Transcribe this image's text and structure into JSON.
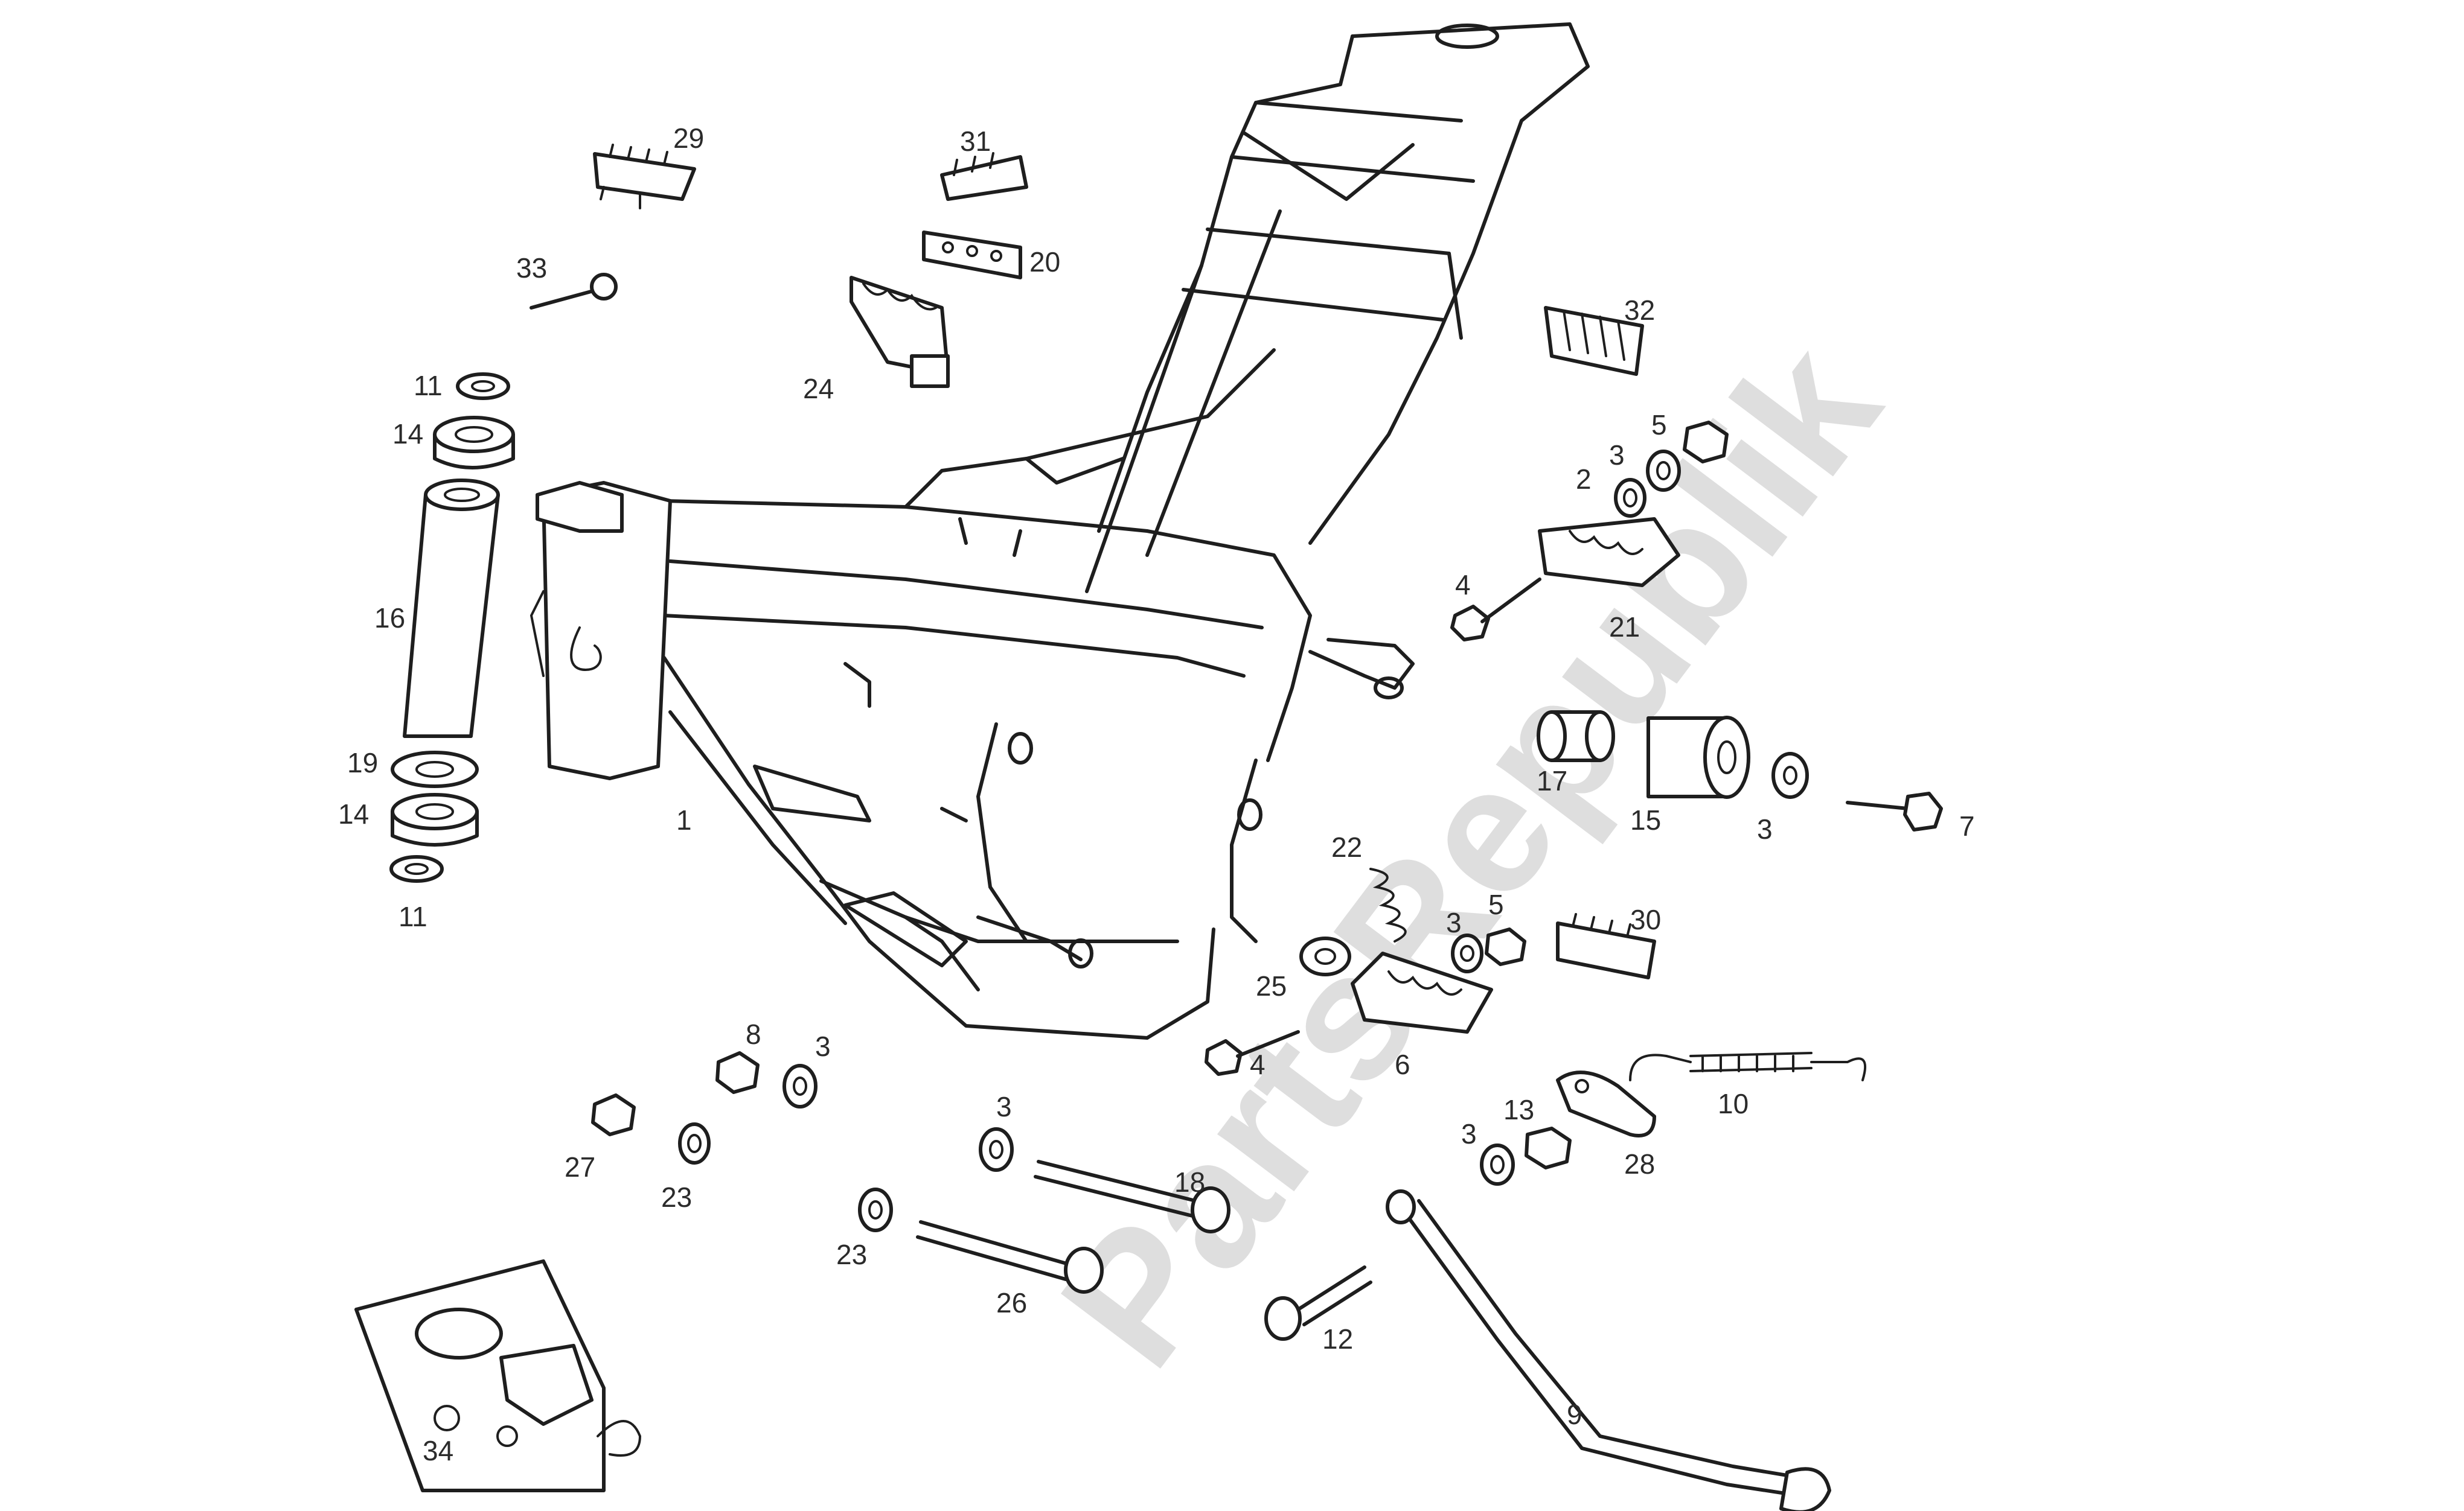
{
  "watermark": {
    "text": "PartsRepublik",
    "color": "#d9d9d9"
  },
  "callouts": [
    "29",
    "31",
    "20",
    "33",
    "24",
    "32",
    "11",
    "14",
    "16",
    "19",
    "14",
    "11",
    "5",
    "3",
    "2",
    "4",
    "21",
    "1",
    "17",
    "15",
    "3",
    "7",
    "22",
    "3",
    "5",
    "30",
    "25",
    "4",
    "6",
    "8",
    "3",
    "27",
    "23",
    "10",
    "13",
    "28",
    "3",
    "3",
    "18",
    "23",
    "26",
    "12",
    "9",
    "34"
  ],
  "colors": {
    "line": "#1e1e1e",
    "label": "#2b2b2b",
    "background": "#ffffff"
  }
}
